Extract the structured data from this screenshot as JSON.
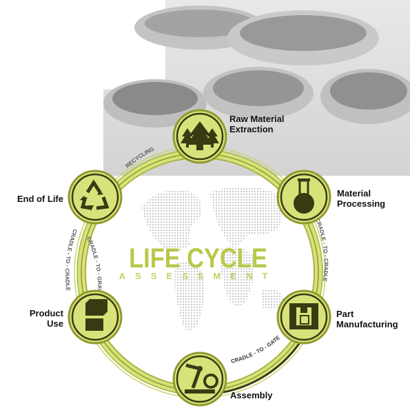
{
  "center": {
    "title": "LIFE CYCLE",
    "subtitle": "ASSESSMENT"
  },
  "stages": {
    "raw": {
      "line1": "Raw Material",
      "line2": "Extraction",
      "icon": "trees-icon"
    },
    "material": {
      "line1": "Material",
      "line2": "Processing",
      "icon": "flask-icon"
    },
    "part": {
      "line1": "Part",
      "line2": "Manufacturing",
      "icon": "press-icon"
    },
    "assembly": {
      "line1": "Assembly",
      "icon": "robot-arm-icon"
    },
    "product": {
      "line1": "Product",
      "line2": "Use",
      "icon": "boxes-icon"
    },
    "end": {
      "line1": "End of Life",
      "icon": "recycle-icon"
    }
  },
  "ring_labels": {
    "recycling": "RECYCLING",
    "cradle_to_cradle_right": "CRADLE - TO - CRADLE",
    "cradle_to_gate": "CRADLE - TO - GATE",
    "cradle_to_grave": "CRADLE - TO - GRAVE",
    "cradle_to_cradle_left": "CRADLE - TO - CRADLE"
  },
  "colors": {
    "lime": "#d7e27a",
    "olive": "#8f9a2e",
    "dark": "#3a3a12",
    "ring": "#a9b445"
  }
}
